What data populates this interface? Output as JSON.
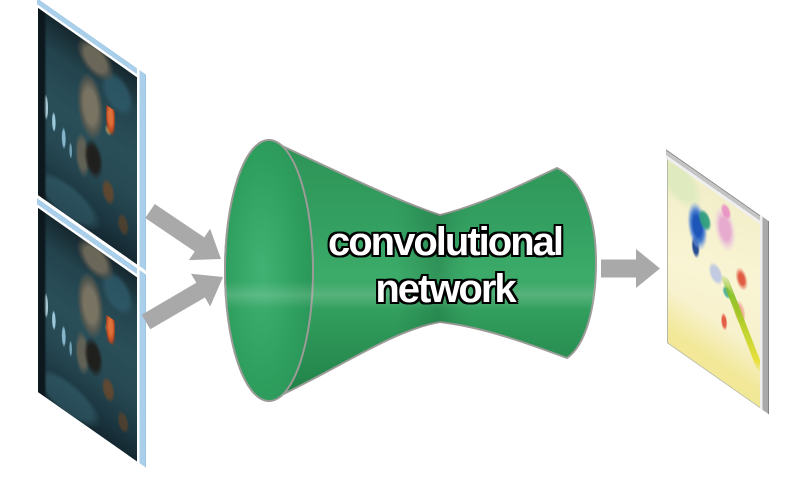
{
  "diagram": {
    "kind": "convolutional-network-flow-figure",
    "network_label": {
      "line1": "convolutional",
      "line2": "network"
    },
    "nodes": {
      "input_frame_1": "dark cave video frame (first input image)",
      "input_frame_2": "dark cave video frame (second input image)",
      "network": "hourglass-shaped convolutional network",
      "output_frame": "pastel optical flow field image"
    },
    "colors": {
      "page_background": "#ffffff",
      "funnel_green": "#2fa05e",
      "funnel_green_light": "#3cab69",
      "funnel_green_dark": "#207f46",
      "funnel_outline": "#9b9b98",
      "arrow_gray": "#a9a9a9",
      "input_edge_blue": "#a9cfea",
      "output_edge_gray": "#a9a9a9",
      "label_fill": "#ffffff",
      "label_outline": "#000000"
    }
  }
}
